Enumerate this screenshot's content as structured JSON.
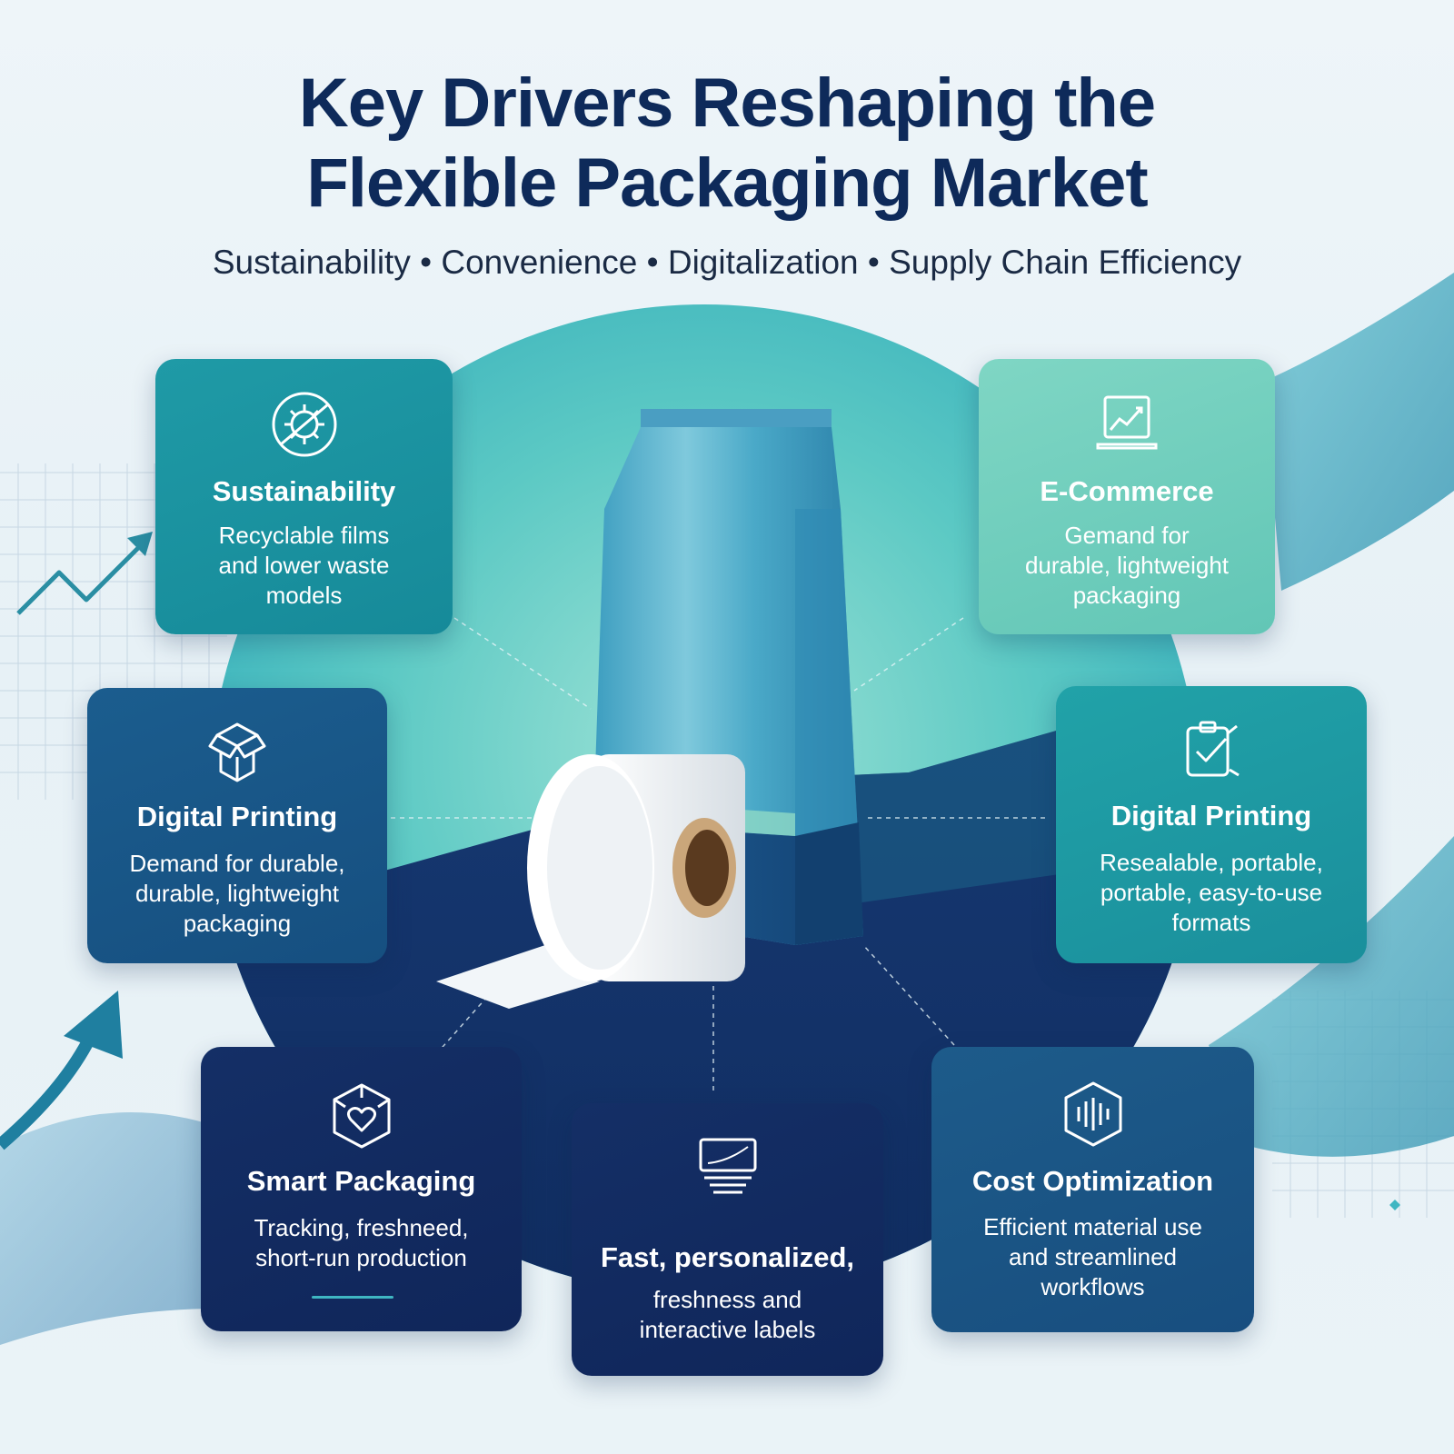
{
  "header": {
    "title_line1": "Key Drivers Reshaping the",
    "title_line2": "Flexible Packaging Market",
    "subtitle": "Sustainability • Convenience • Digitalization • Supply Chain Efficiency"
  },
  "cards": {
    "sustainability": {
      "title": "Sustainability",
      "lines": [
        "Recyclable films",
        "and lower waste",
        "models"
      ],
      "icon": "recycle-gear-icon"
    },
    "ecommerce": {
      "title": "E-Commerce",
      "lines": [
        "Gemand for",
        "durable, lightweight",
        "packaging"
      ],
      "icon": "laptop-chart-icon"
    },
    "digital_printing_left": {
      "title": "Digital Printing",
      "lines": [
        "Demand for durable,",
        "durable, lightweight",
        "packaging"
      ],
      "icon": "open-box-icon"
    },
    "digital_printing_right": {
      "title": "Digital Printing",
      "lines": [
        "Resealable, portable,",
        "portable, easy-to-use",
        "formats"
      ],
      "icon": "clipboard-check-icon"
    },
    "smart_packaging": {
      "title": "Smart Packaging",
      "lines": [
        "Tracking, freshneed,",
        "short-run production"
      ],
      "icon": "hexagon-heart-icon"
    },
    "center_bottom": {
      "lines_bold": "Fast, personalized,",
      "lines": [
        "freshness and",
        "interactive labels"
      ],
      "icon": "printer-screen-icon"
    },
    "cost_optimization": {
      "title": "Cost Optimization",
      "lines": [
        "Efficient material use",
        "and streamlined",
        "workflows"
      ],
      "icon": "hexagon-soundwave-icon"
    }
  },
  "colors": {
    "navy": "#10265a",
    "teal": "#1a8f9c",
    "mint": "#6fcfbf",
    "title": "#0e2a5a"
  }
}
